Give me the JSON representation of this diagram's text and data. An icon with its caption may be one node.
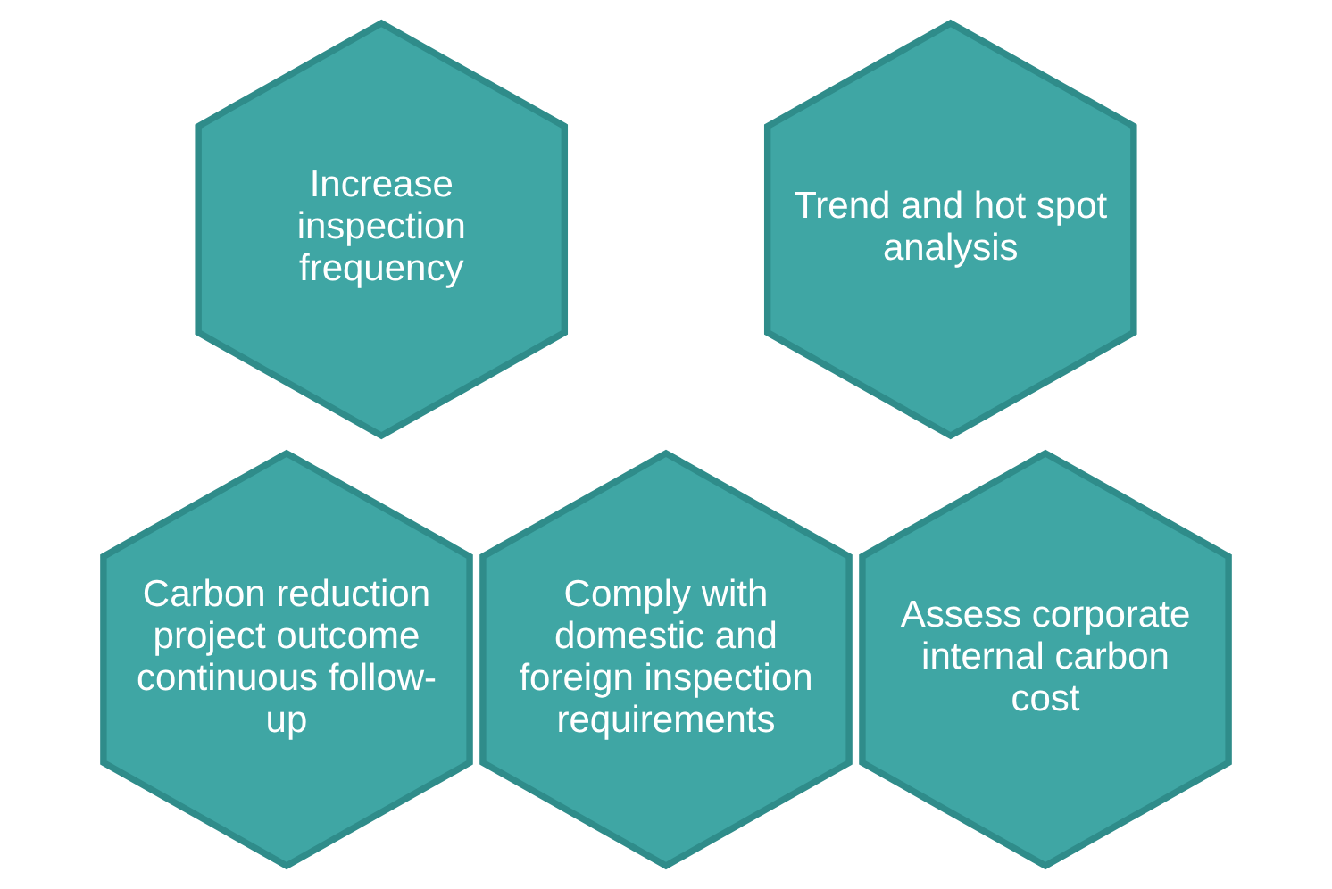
{
  "diagram": {
    "nodes": [
      {
        "text": [
          "Increase inspection frequency"
        ]
      },
      {
        "text": [
          "Trend and hot spot analysis"
        ]
      },
      {
        "text": [
          "Carbon reduction project outcome continuous follow-up"
        ]
      },
      {
        "text": [
          "Comply with domestic and foreign inspection requirements"
        ]
      },
      {
        "text": [
          "Assess corporate internal carbon cost"
        ]
      }
    ],
    "edges": []
  }
}
